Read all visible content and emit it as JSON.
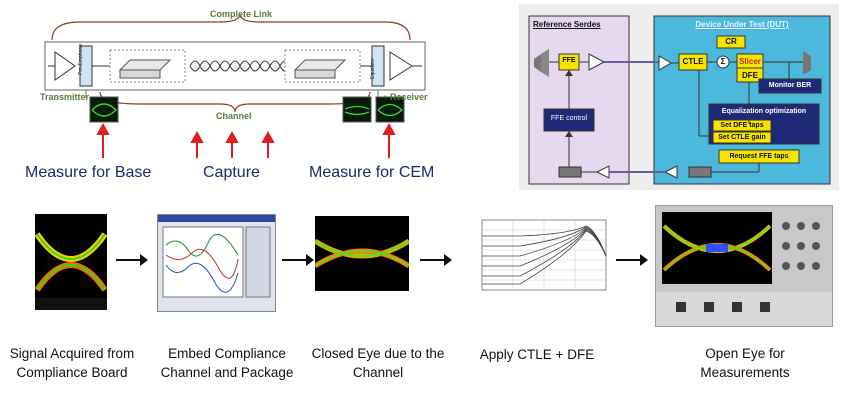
{
  "link_diagram": {
    "complete_link": "Complete Link",
    "transmitter": "Transmitter",
    "pre_emphasis": "Pre-Emphasis",
    "channel": "Channel",
    "equalizer": "Equalizer",
    "receiver": "Receiver",
    "measure_base": "Measure for Base",
    "capture": "Capture",
    "measure_cem": "Measure for CEM"
  },
  "serdes_diagram": {
    "reference_serdes": "Reference Serdes",
    "dut": "Device Under Test (DUT)",
    "ffe": "FFE",
    "ffe_control": "FFE control",
    "cr": "CR",
    "ctle": "CTLE",
    "sum": "Σ",
    "slicer": "Slicer",
    "dfe": "DFE",
    "monitor_ber": "Monitor BER",
    "eq_opt": "Equalization optimization",
    "set_dfe": "Set DFE taps",
    "set_ctle": "Set CTLE gain",
    "request_ffe": "Request FFE taps"
  },
  "steps": [
    {
      "label": "Signal Acquired from Compliance Board"
    },
    {
      "label": "Embed Compliance Channel and Package"
    },
    {
      "label": "Closed Eye due to the Channel"
    },
    {
      "label": "Apply CTLE + DFE"
    },
    {
      "label": "Open Eye for Measurements"
    }
  ],
  "colors": {
    "dut_bg": "#4bb8dc",
    "ref_bg": "#e6d8ee",
    "block_yellow": "#f6e400",
    "block_navy": "#1e2a78",
    "measure_text": "#1b2a6b",
    "link_label": "#5a7a3a",
    "arrow_red": "#e02020"
  }
}
